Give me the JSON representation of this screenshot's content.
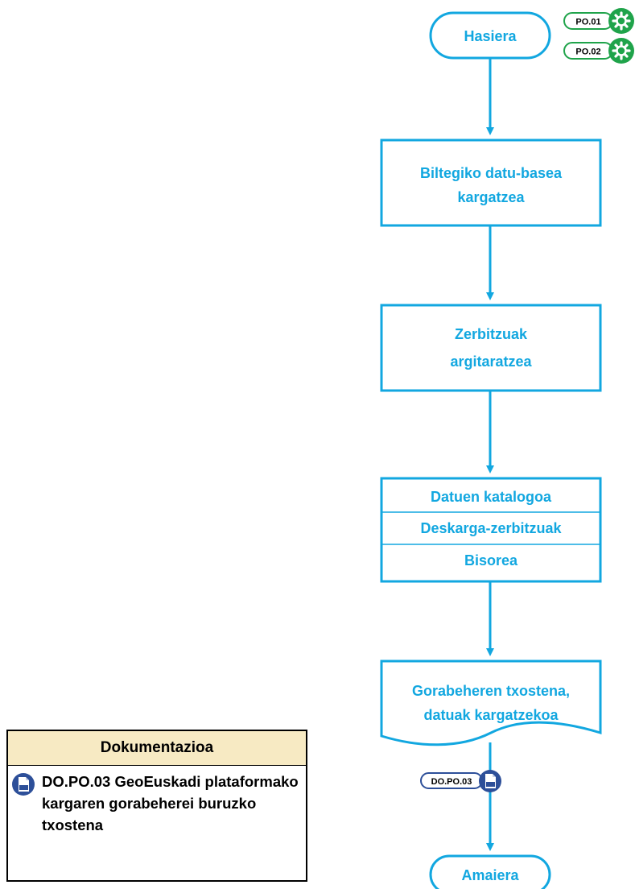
{
  "nodes": {
    "start": "Hasiera",
    "step1_line1": "Biltegiko datu-basea",
    "step1_line2": "kargatzea",
    "step2_line1": "Zerbitzuak",
    "step2_line2": "argitaratzea",
    "step3_row1": "Datuen katalogoa",
    "step3_row2": "Deskarga-zerbitzuak",
    "step3_row3": "Bisorea",
    "doc_line1": "Gorabeheren txostena,",
    "doc_line2": "datuak kargatzekoa",
    "end": "Amaiera"
  },
  "tags": {
    "po01": "PO.01",
    "po02": "PO.02",
    "dopo03": "DO.PO.03"
  },
  "documentation": {
    "title": "Dokumentazioa",
    "item_line1": "DO.PO.03 GeoEuskadi plataformako",
    "item_line2": "kargaren gorabeherei buruzko txostena"
  },
  "colors": {
    "flow": "#12a7e0",
    "gear_badge": "#1fa34a",
    "doc_badge": "#2d4f99",
    "doc_header": "#f7eac3"
  }
}
